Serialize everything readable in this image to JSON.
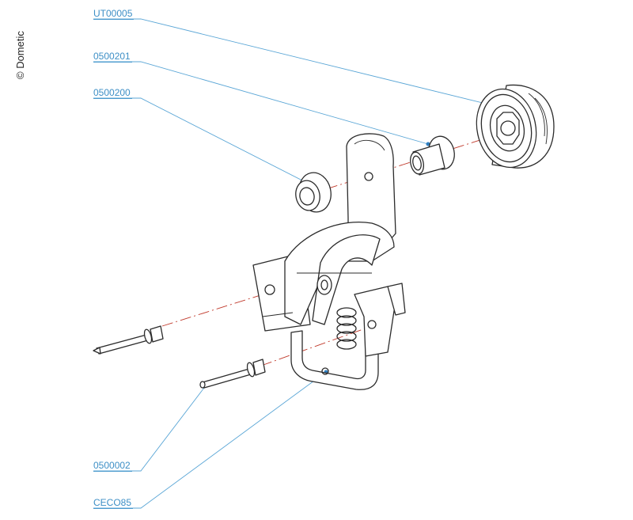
{
  "copyright": "© Dometic",
  "labels": {
    "ut00005": "UT00005",
    "p0500201": "0500201",
    "p0500200": "0500200",
    "p0500002": "0500002",
    "ceco85": "CECO85"
  },
  "colors": {
    "label": "#3d8fc6",
    "leader": "#5aa6d6",
    "axis": "#c0392b",
    "ink": "#2b2b2b"
  }
}
